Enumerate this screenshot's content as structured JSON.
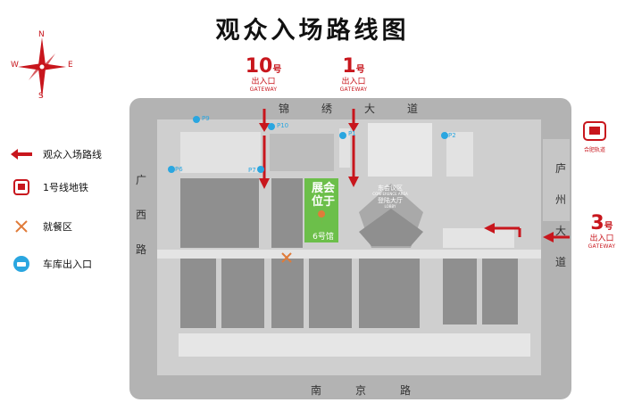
{
  "title": "观众入场路线图",
  "compass": {
    "n": "N",
    "s": "S",
    "e": "E",
    "w": "W"
  },
  "gates": [
    {
      "num": "10",
      "hao": "号",
      "cn": "出入口",
      "en": "GATEWAY"
    },
    {
      "num": "1",
      "hao": "号",
      "cn": "出入口",
      "en": "GATEWAY"
    },
    {
      "num": "3",
      "hao": "号",
      "cn": "出入口",
      "en": "GATEWAY"
    }
  ],
  "legend": [
    {
      "label": "观众入场路线",
      "icon": "red-arrow-icon"
    },
    {
      "label": "1号线地铁",
      "icon": "metro-icon"
    },
    {
      "label": "就餐区",
      "icon": "dining-icon"
    },
    {
      "label": "车库出入口",
      "icon": "parking-icon"
    }
  ],
  "roads": {
    "north": [
      "锦",
      "绣",
      "大",
      "道"
    ],
    "south": [
      "南",
      "京",
      "路"
    ],
    "west": [
      "广",
      "西",
      "路"
    ],
    "east": [
      "庐",
      "州",
      "大",
      "道"
    ]
  },
  "parking": [
    "P9",
    "P10",
    "P1",
    "P2",
    "P6",
    "P7"
  ],
  "venue": {
    "line1": "展会",
    "line2": "位于",
    "hall": "6号馆"
  },
  "conference": {
    "name": "东会议区",
    "en1": "CONFERENCE AREA",
    "lobby": "登陆大厅",
    "en2": "LOBBY"
  },
  "metro_label": "合肥轨道",
  "colors": {
    "accent": "#c8161d",
    "venue": "#6cbf4a",
    "building": "#8f8f8f",
    "ground": "#cfcfcf",
    "road": "#b3b3b3"
  }
}
